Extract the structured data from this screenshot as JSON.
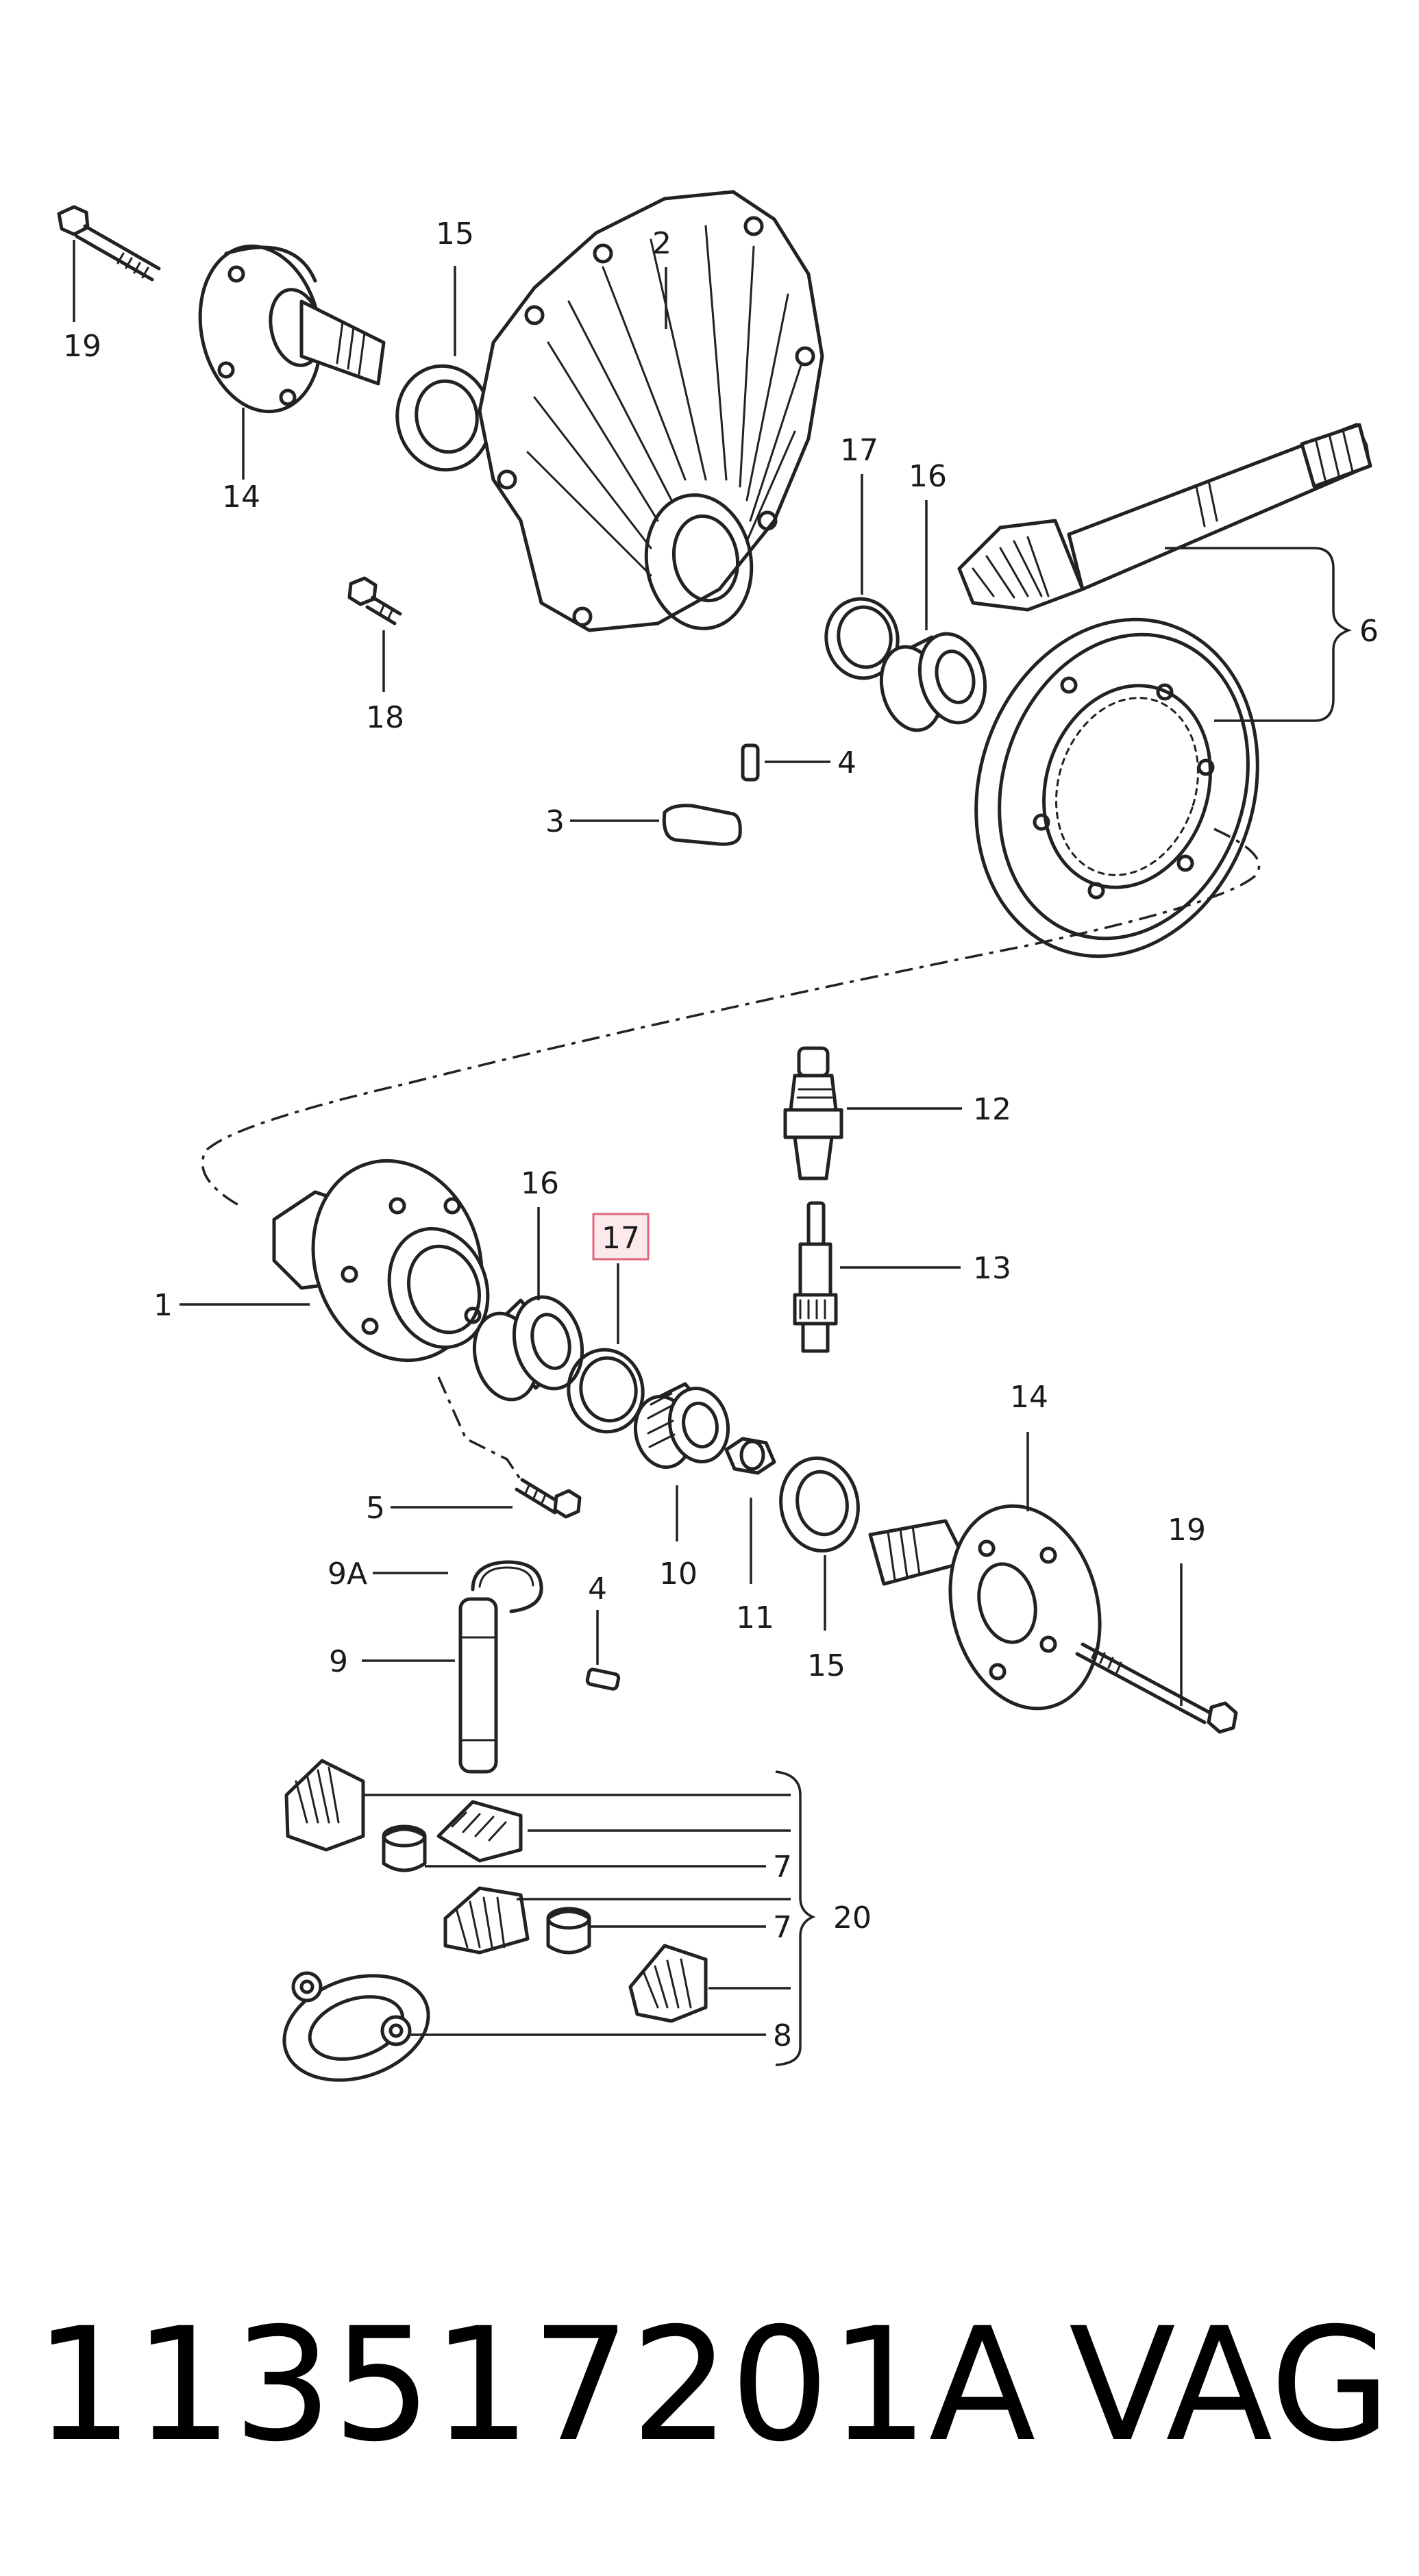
{
  "diagram": {
    "callouts": {
      "c19_top": "19",
      "c15_top": "15",
      "c2": "2",
      "c17_top": "17",
      "c16_top": "16",
      "c14_top": "14",
      "c6": "6",
      "c18": "18",
      "c4_top": "4",
      "c3": "3",
      "c12": "12",
      "c16_mid": "16",
      "c17_mid": "17",
      "c13": "13",
      "c1": "1",
      "c14_mid": "14",
      "c19_mid": "19",
      "c5": "5",
      "c10": "10",
      "c11": "11",
      "c15_mid": "15",
      "c9A": "9A",
      "c4_mid": "4",
      "c9": "9",
      "c7_a": "7",
      "c7_b": "7",
      "c20": "20",
      "c8": "8"
    },
    "highlighted_callout": "17",
    "highlight_color": "#e0677a"
  },
  "footer": {
    "part_number": "113517201A",
    "brand": "VAG"
  }
}
